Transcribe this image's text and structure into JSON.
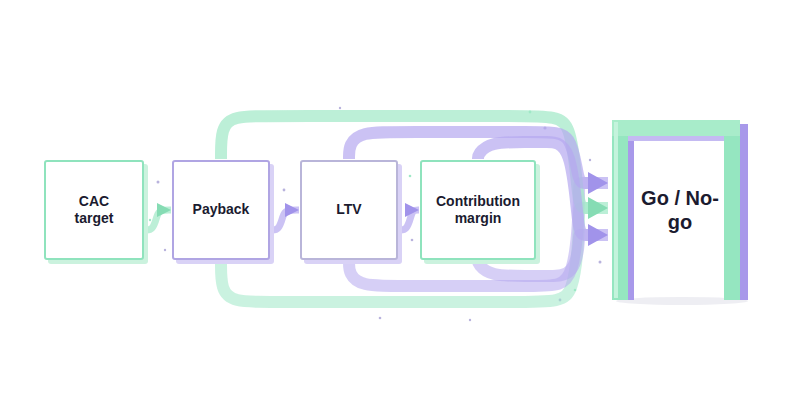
{
  "diagram": {
    "nodes": [
      {
        "text": [
          "CAC target"
        ]
      },
      {
        "text": [
          "Payback"
        ]
      },
      {
        "text": [
          "LTV"
        ]
      },
      {
        "text": [
          "Contribution margin"
        ]
      },
      {
        "text": [
          "Go / No-go"
        ]
      }
    ],
    "edges": [
      {
        "from": 0,
        "to": 1,
        "arrow": "to"
      },
      {
        "from": 1,
        "to": 2,
        "arrow": "to"
      },
      {
        "from": 2,
        "to": 3,
        "arrow": "to"
      },
      {
        "from": 1,
        "to": 4,
        "arrow": "to"
      },
      {
        "from": 2,
        "to": 4,
        "arrow": "to"
      },
      {
        "from": 3,
        "to": 4,
        "arrow": "to"
      }
    ]
  }
}
